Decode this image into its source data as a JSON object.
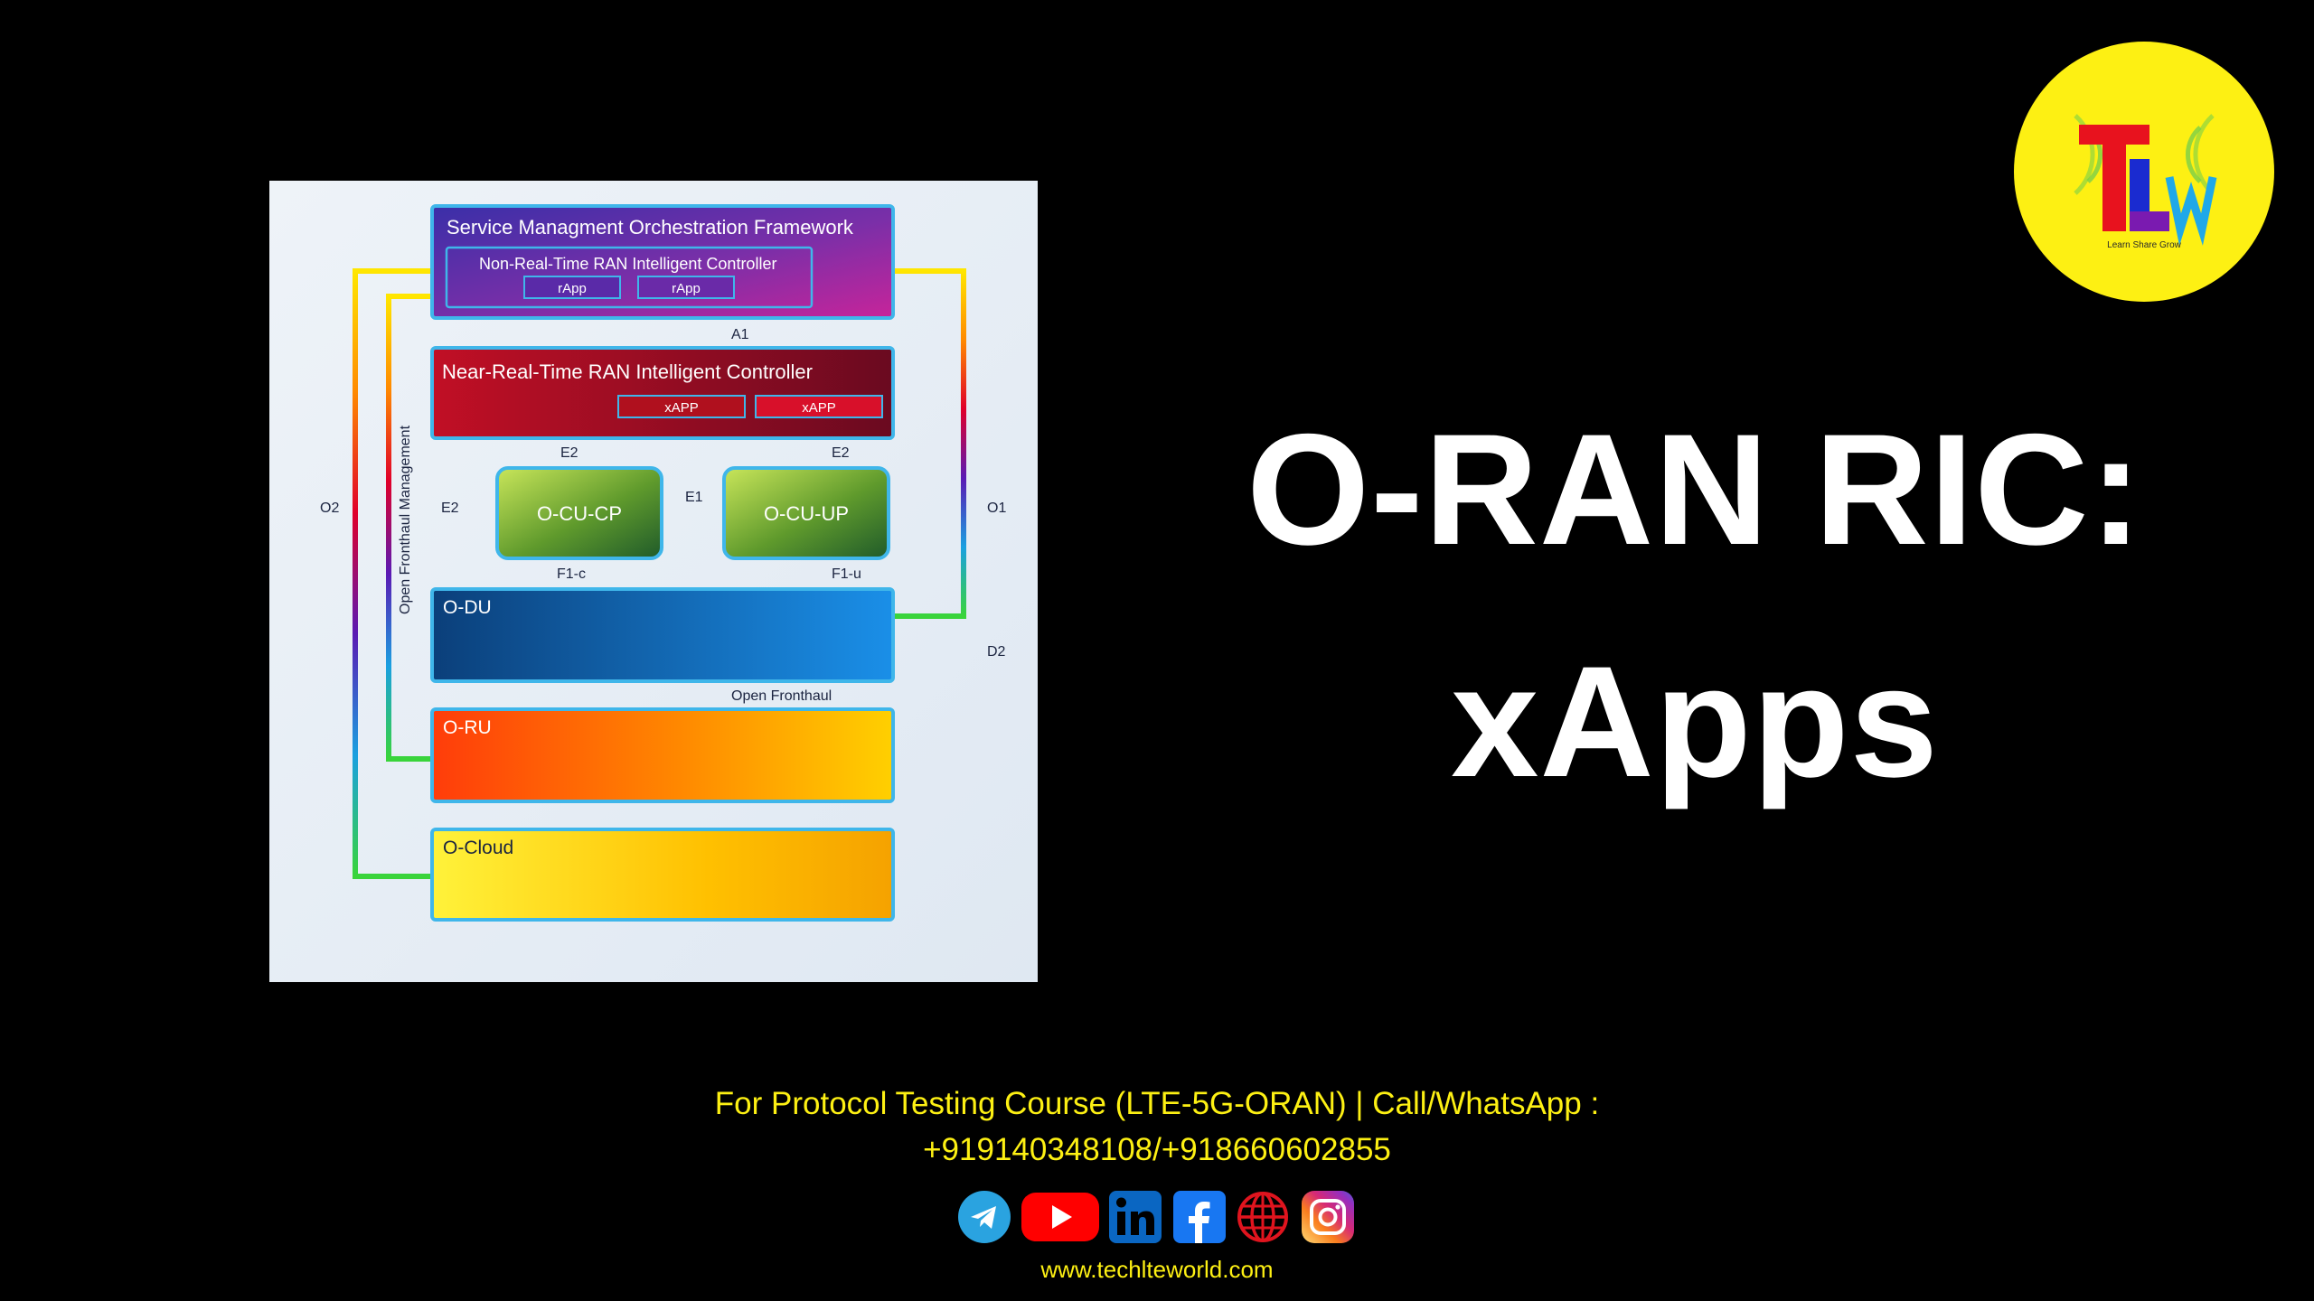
{
  "title": {
    "line1": "O-RAN RIC:",
    "line2": "xApps"
  },
  "diagram": {
    "smo_title": "Service Managment Orchestration Framework",
    "non_rt_ric": "Non-Real-Time RAN Intelligent Controller",
    "rapp1": "rApp",
    "rapp2": "rApp",
    "near_rt_ric": "Near-Real-Time RAN Intelligent Controller",
    "xapp1": "xAPP",
    "xapp2": "xAPP",
    "ocucp": "O-CU-CP",
    "ocuup": "O-CU-UP",
    "odu": "O-DU",
    "oru": "O-RU",
    "ocloud": "O-Cloud",
    "a1": "A1",
    "e2_top_left": "E2",
    "e2_top_right": "E2",
    "e2_side": "E2",
    "e1": "E1",
    "f1c": "F1-c",
    "f1u": "F1-u",
    "o1": "O1",
    "o2": "O2",
    "d2": "D2",
    "open_fronthaul": "Open Fronthaul",
    "open_fronthaul_mgmt": "Open Fronthaul Management"
  },
  "logo": {
    "letters": "TLW",
    "tagline": "Learn Share Grow",
    "bg_color": "#fdf013"
  },
  "promo": {
    "line1": "For Protocol Testing Course (LTE-5G-ORAN) | Call/WhatsApp :",
    "line2": "+919140348108/+918660602855",
    "color": "#fdf013"
  },
  "social_icons": [
    "telegram-icon",
    "youtube-icon",
    "linkedin-icon",
    "facebook-icon",
    "website-globe-icon",
    "instagram-icon"
  ],
  "website": "www.techlteworld.com"
}
